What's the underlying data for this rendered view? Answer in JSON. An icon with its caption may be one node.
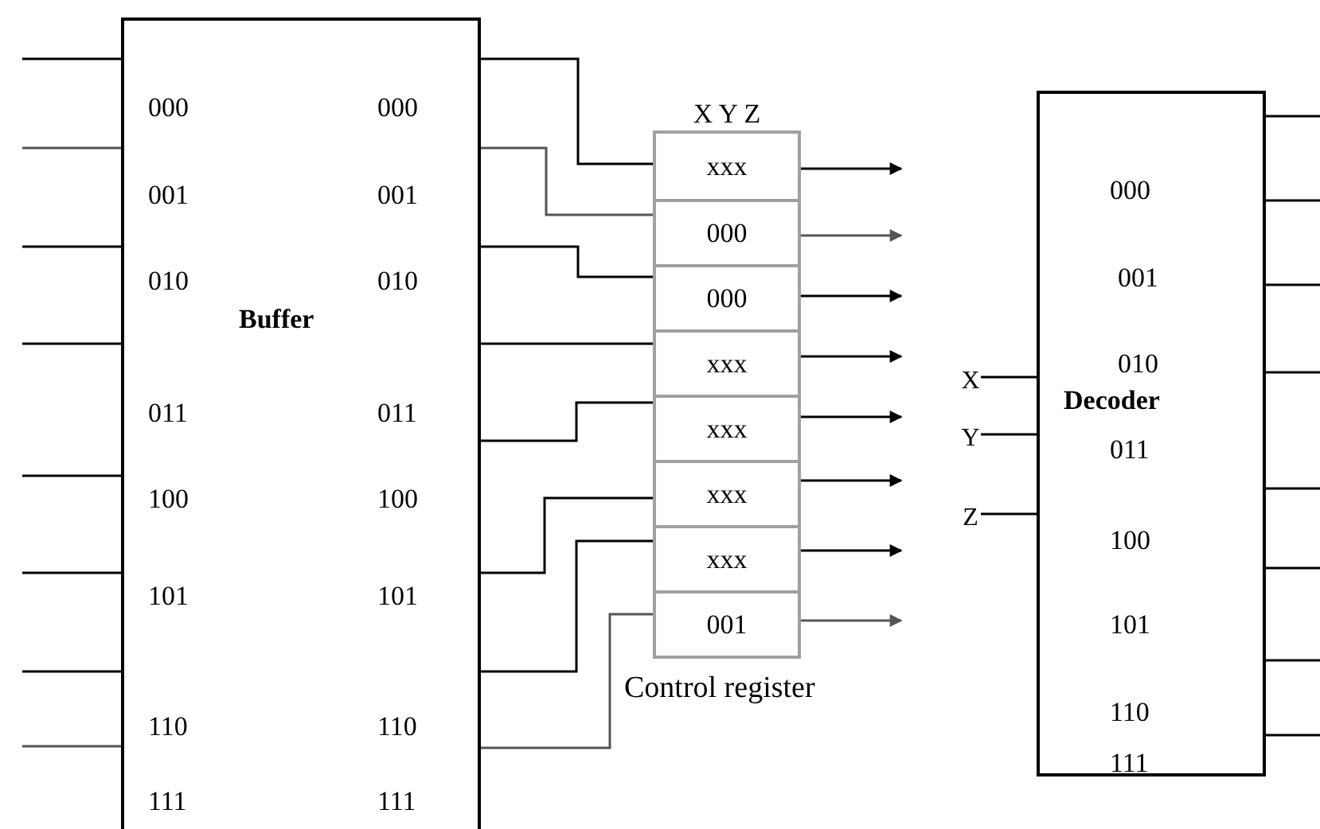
{
  "diagram": {
    "nodes": [
      {
        "text": [
          "Buffer"
        ]
      },
      {
        "text": [
          "X Y Z"
        ],
        "beside": [
          "Control register"
        ]
      },
      {
        "text": [
          "xxx"
        ],
        "in": 1
      },
      {
        "text": [
          "000"
        ],
        "in": 1
      },
      {
        "text": [
          "000"
        ],
        "in": 1
      },
      {
        "text": [
          "xxx"
        ],
        "in": 1
      },
      {
        "text": [
          "xxx"
        ],
        "in": 1
      },
      {
        "text": [
          "xxx"
        ],
        "in": 1
      },
      {
        "text": [
          "xxx"
        ],
        "in": 1
      },
      {
        "text": [
          "001"
        ],
        "in": 1
      },
      {
        "text": [
          "Decoder"
        ]
      },
      {
        "text": [
          "X"
        ]
      },
      {
        "text": [
          "Y"
        ]
      },
      {
        "text": [
          "Z"
        ]
      }
    ],
    "edges": [
      {
        "from": null,
        "to": 0,
        "arrow": "none"
      },
      {
        "from": null,
        "to": 0,
        "arrow": "none",
        "color": "#555555"
      },
      {
        "from": null,
        "to": 0,
        "arrow": "none"
      },
      {
        "from": null,
        "to": 0,
        "arrow": "none"
      },
      {
        "from": null,
        "to": 0,
        "arrow": "none"
      },
      {
        "from": null,
        "to": 0,
        "arrow": "none"
      },
      {
        "from": null,
        "to": 0,
        "arrow": "none"
      },
      {
        "from": null,
        "to": 0,
        "arrow": "none",
        "color": "#555555"
      },
      {
        "from": 0,
        "to": 2,
        "arrow": "none"
      },
      {
        "from": 0,
        "to": 3,
        "arrow": "none",
        "color": "#555555"
      },
      {
        "from": 0,
        "to": 4,
        "arrow": "none"
      },
      {
        "from": 0,
        "to": 5,
        "arrow": "none"
      },
      {
        "from": 0,
        "to": 6,
        "arrow": "none"
      },
      {
        "from": 0,
        "to": 7,
        "arrow": "none"
      },
      {
        "from": 0,
        "to": 8,
        "arrow": "none"
      },
      {
        "from": 0,
        "to": 9,
        "arrow": "none",
        "color": "#555555"
      },
      {
        "from": 2,
        "to": null,
        "arrow": "to"
      },
      {
        "from": 3,
        "to": null,
        "arrow": "to",
        "color": "#555555"
      },
      {
        "from": 4,
        "to": null,
        "arrow": "to"
      },
      {
        "from": 5,
        "to": null,
        "arrow": "to"
      },
      {
        "from": 6,
        "to": null,
        "arrow": "to"
      },
      {
        "from": 7,
        "to": null,
        "arrow": "to"
      },
      {
        "from": 8,
        "to": null,
        "arrow": "to"
      },
      {
        "from": 9,
        "to": null,
        "arrow": "to",
        "color": "#555555"
      },
      {
        "from": 11,
        "to": 10,
        "arrow": "none"
      },
      {
        "from": 12,
        "to": 10,
        "arrow": "none"
      },
      {
        "from": 13,
        "to": 10,
        "arrow": "none"
      },
      {
        "from": 10,
        "to": null,
        "arrow": "none"
      },
      {
        "from": 10,
        "to": null,
        "arrow": "none"
      },
      {
        "from": 10,
        "to": null,
        "arrow": "none"
      },
      {
        "from": 10,
        "to": null,
        "arrow": "none"
      },
      {
        "from": 10,
        "to": null,
        "arrow": "none"
      },
      {
        "from": 10,
        "to": null,
        "arrow": "none"
      },
      {
        "from": 10,
        "to": null,
        "arrow": "none"
      },
      {
        "from": 10,
        "to": null,
        "arrow": "none"
      }
    ],
    "labels": [
      "000",
      "000",
      "001",
      "001",
      "010",
      "010",
      "011",
      "011",
      "100",
      "100",
      "101",
      "101",
      "110",
      "110",
      "111",
      "111",
      "000",
      "001",
      "010",
      "011",
      "100",
      "101",
      "110",
      "111"
    ]
  }
}
